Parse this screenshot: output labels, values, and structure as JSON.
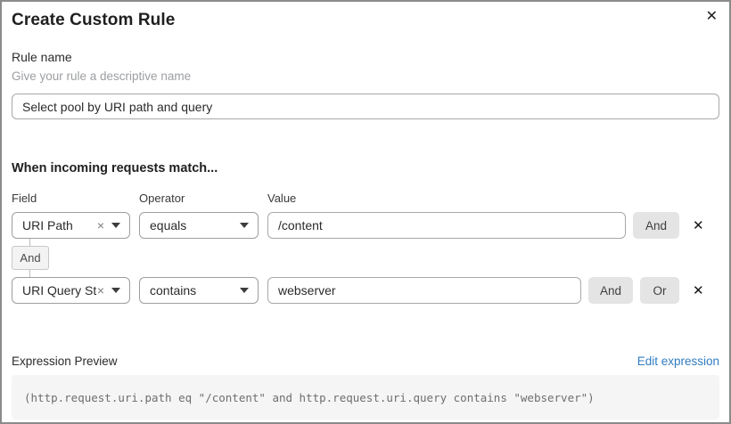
{
  "dialog": {
    "title": "Create Custom Rule"
  },
  "icons": {
    "close": "✕",
    "remove_row": "✕",
    "clear_select": "×"
  },
  "rule_name": {
    "label": "Rule name",
    "hint": "Give your rule a descriptive name",
    "value": "Select pool by URI path and query"
  },
  "match": {
    "heading": "When incoming requests match...",
    "columns": {
      "field": "Field",
      "operator": "Operator",
      "value": "Value"
    },
    "rows": [
      {
        "field": "URI Path",
        "operator": "equals",
        "value": "/content",
        "buttons": [
          "And"
        ]
      },
      {
        "field": "URI Query St...",
        "operator": "contains",
        "value": "webserver",
        "buttons": [
          "And",
          "Or"
        ]
      }
    ],
    "connector": "And"
  },
  "expression": {
    "label": "Expression Preview",
    "edit_link": "Edit expression",
    "code": "(http.request.uri.path eq \"/content\" and http.request.uri.query contains \"webserver\")"
  },
  "colors": {
    "link_blue": "#2f7cbf",
    "button_gray": "#e4e4e4",
    "code_bg": "#f5f5f5"
  }
}
